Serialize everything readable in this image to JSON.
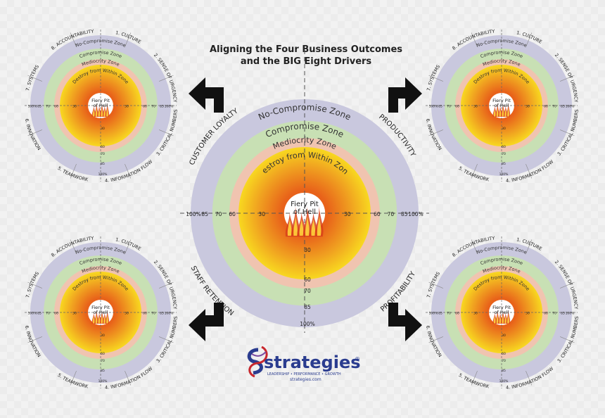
{
  "title": {
    "line1": "Aligning the Four Business Outcomes",
    "line2": "and the BIG Eight Drivers"
  },
  "zones": {
    "no_compromise": "No-Compromise Zone",
    "compromise": "Compromise Zone",
    "mediocrity": "Mediocrity Zone",
    "destroy": "Destroy from Within Zone",
    "pit_line1": "Fiery Pit",
    "pit_line2": "of Hell"
  },
  "scale": {
    "left": [
      "100%",
      "85",
      "70",
      "60",
      "30"
    ],
    "right": [
      "30",
      "60",
      "70",
      "85",
      "100%"
    ],
    "down": [
      "30",
      "60",
      "70",
      "85",
      "100%"
    ]
  },
  "outcomes": {
    "customer_loyalty": "CUSTOMER LOYALTY",
    "productivity": "PRODUCTIVITY",
    "staff_retention": "STAFF RETENTION",
    "profitability": "PROFITABILITY"
  },
  "drivers": [
    "1. CULTURE",
    "2. SENSE OF URGENCY",
    "3. CRITICAL NUMBERS",
    "4. INFORMATION FLOW",
    "5. TEAMWORK",
    "6. INNOVATION",
    "7. SYSTEMS",
    "8. ACCOUNTABILITY"
  ],
  "logo": {
    "name": "strategies",
    "trademark": "®",
    "tagline": "LEADERSHIP • PERFORMANCE • GROWTH",
    "url": "strategies.com"
  },
  "colors": {
    "no_compromise": "#c9c8de",
    "compromise": "#c8e0b4",
    "mediocrity": "#f0c4b0",
    "destroy": "#f5d21c",
    "fire_core": "#e8791a",
    "arrow": "#111111",
    "logo_blue": "#2a3c8f",
    "logo_red": "#c8282e"
  }
}
